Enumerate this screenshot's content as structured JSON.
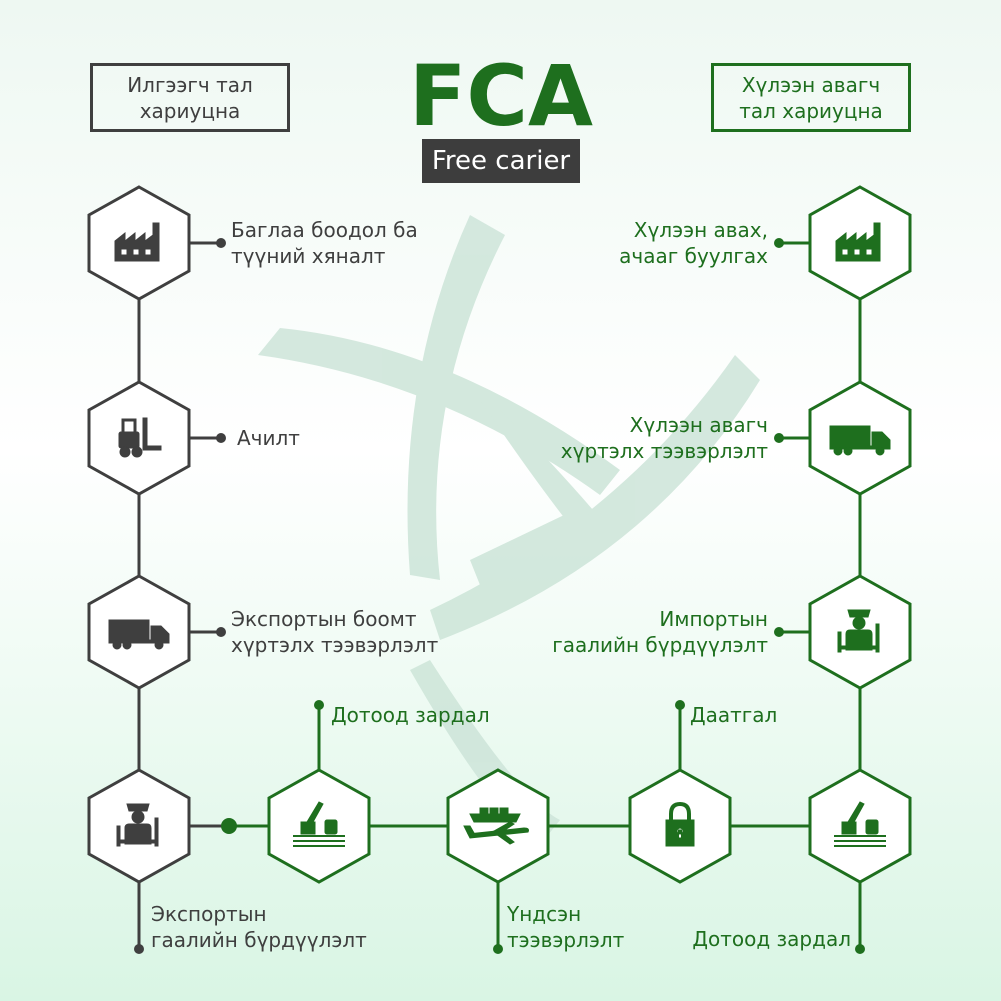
{
  "header": {
    "title": "FCA",
    "subtitle": "Free carier",
    "left_box": "Илгээгч тал\nхариуцна",
    "right_box": "Хүлээн авагч\nтал хариуцна"
  },
  "colors": {
    "seller": "#3f3f3f",
    "buyer": "#1e6f1e",
    "watermark": "#cfe6da"
  },
  "left_nodes": [
    {
      "icon": "factory-icon",
      "label": "Баглаа боодол ба\nтүүний хяналт"
    },
    {
      "icon": "forklift-icon",
      "label": "Ачилт"
    },
    {
      "icon": "truck-icon",
      "label": "Экспортын боомт\nхүртэлх тээвэрлэлт"
    },
    {
      "icon": "customs-officer-icon",
      "label": "Экспортын\nгаалийн бүрдүүлэлт"
    }
  ],
  "right_nodes": [
    {
      "icon": "factory-icon",
      "label": "Хүлээн авах,\nачааг буулгах"
    },
    {
      "icon": "truck-icon",
      "label": "Хүлээн авагч\nхүртэлх тээвэрлэлт"
    },
    {
      "icon": "customs-officer-icon",
      "label": "Импортын\nгаалийн бүрдүүлэлт"
    },
    {
      "icon": "port-crane-icon",
      "label": "Дотоод зардал"
    }
  ],
  "bottom_nodes": [
    {
      "icon": "port-crane-icon",
      "label": "Дотоод зардал"
    },
    {
      "icon": "ship-plane-icon",
      "label": "Үндсэн\nтээвэрлэлт"
    },
    {
      "icon": "lock-icon",
      "label": "Даатгал"
    }
  ]
}
